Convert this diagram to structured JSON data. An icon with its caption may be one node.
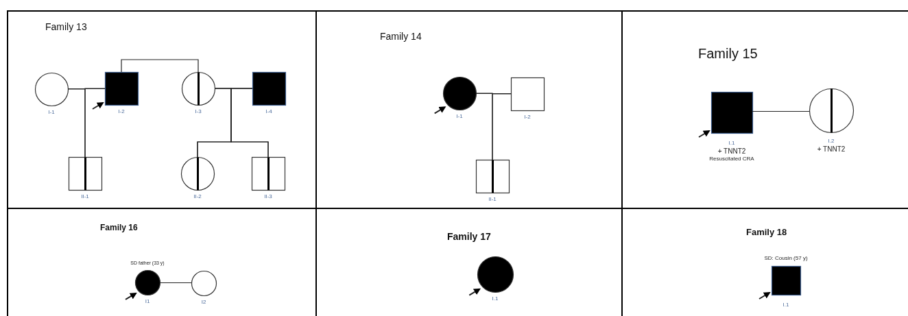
{
  "diagram": {
    "nodes": [
      {
        "text": [
          "Family 13"
        ]
      },
      {
        "text": [
          "I-1"
        ],
        "in": 0
      },
      {
        "text": [
          "I-2"
        ],
        "in": 0
      },
      {
        "text": [
          "I-3"
        ],
        "in": 0
      },
      {
        "text": [
          "I-4"
        ],
        "in": 0
      },
      {
        "text": [
          "II-1"
        ],
        "in": 0
      },
      {
        "text": [
          "II-2"
        ],
        "in": 0
      },
      {
        "text": [
          "II-3"
        ],
        "in": 0
      },
      {
        "text": [
          "Family 14"
        ]
      },
      {
        "text": [
          "I-1"
        ],
        "in": 8
      },
      {
        "text": [
          "I-2"
        ],
        "in": 8
      },
      {
        "text": [
          "II-1"
        ],
        "in": 8
      },
      {
        "text": [
          "Family 15"
        ]
      },
      {
        "text": [
          "I.1"
        ],
        "in": 12,
        "beside": [
          "+ TNNT2",
          "Resuscitated CRA"
        ]
      },
      {
        "text": [
          "I.2"
        ],
        "in": 12,
        "beside": [
          "+ TNNT2"
        ]
      },
      {
        "text": [
          "Family 16"
        ]
      },
      {
        "text": [
          "I1"
        ],
        "in": 15,
        "beside": [
          "SD father (33 y)"
        ]
      },
      {
        "text": [
          "I2"
        ],
        "in": 15
      },
      {
        "text": [
          "Family 17"
        ]
      },
      {
        "text": [
          "I.1"
        ],
        "in": 18
      },
      {
        "text": [
          "Family 18"
        ]
      },
      {
        "text": [
          "I.1"
        ],
        "in": 20,
        "beside": [
          "SD: Cousin (57 y)"
        ]
      }
    ],
    "edges": [
      {
        "from": 1,
        "to": 2,
        "arrow": "none"
      },
      {
        "from": 2,
        "to": 3,
        "arrow": "none"
      },
      {
        "from": 3,
        "to": 4,
        "arrow": "none"
      },
      {
        "from": 1,
        "to": 5,
        "arrow": "none"
      },
      {
        "from": 2,
        "to": 5,
        "arrow": "none"
      },
      {
        "from": 3,
        "to": 6,
        "arrow": "none"
      },
      {
        "from": 4,
        "to": 6,
        "arrow": "none"
      },
      {
        "from": 3,
        "to": 7,
        "arrow": "none"
      },
      {
        "from": 4,
        "to": 7,
        "arrow": "none"
      },
      {
        "from": null,
        "to": 2,
        "arrow": "to"
      },
      {
        "from": 9,
        "to": 10,
        "arrow": "none"
      },
      {
        "from": 9,
        "to": 11,
        "arrow": "none"
      },
      {
        "from": 10,
        "to": 11,
        "arrow": "none"
      },
      {
        "from": null,
        "to": 9,
        "arrow": "to"
      },
      {
        "from": 13,
        "to": 14,
        "arrow": "none"
      },
      {
        "from": null,
        "to": 13,
        "arrow": "to"
      },
      {
        "from": 16,
        "to": 17,
        "arrow": "none"
      },
      {
        "from": null,
        "to": 16,
        "arrow": "to"
      },
      {
        "from": null,
        "to": 19,
        "arrow": "to"
      },
      {
        "from": null,
        "to": 21,
        "arrow": "to"
      }
    ]
  }
}
